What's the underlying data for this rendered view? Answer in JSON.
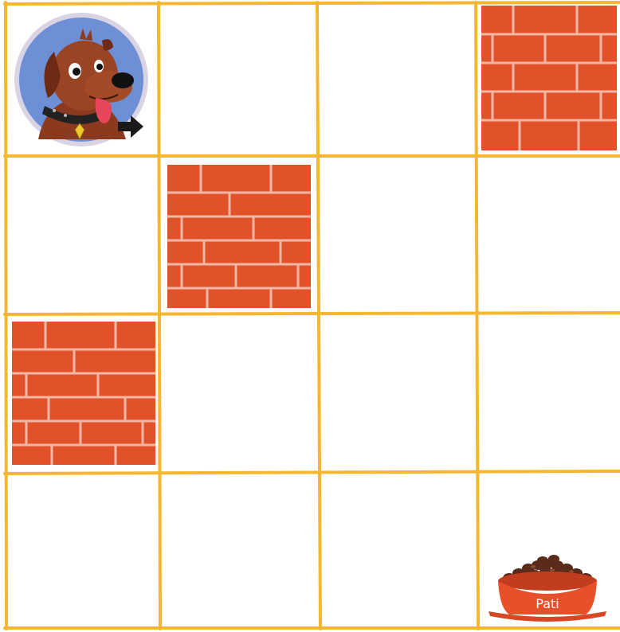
{
  "grid": {
    "rows": 4,
    "cols": 4,
    "line_color": "#F5B731",
    "background": "#ffffff"
  },
  "colors": {
    "brick": "#E2522A",
    "mortar": "#F3B6A2",
    "dog_badge_bg": "#6C8FD6",
    "dog_fur": "#8C3A1F",
    "bowl": "#E8502C",
    "arrow": "#1A1A1A"
  },
  "cells": [
    {
      "row": 0,
      "col": 0,
      "content": "dog",
      "facing": "right"
    },
    {
      "row": 0,
      "col": 3,
      "content": "wall"
    },
    {
      "row": 1,
      "col": 1,
      "content": "wall"
    },
    {
      "row": 2,
      "col": 0,
      "content": "wall"
    },
    {
      "row": 3,
      "col": 3,
      "content": "food-bowl"
    }
  ],
  "bowl": {
    "label": "Pati"
  },
  "icons": {
    "dog": "dog-icon",
    "wall": "brick-wall-icon",
    "bowl": "food-bowl-icon",
    "arrow": "arrow-right-icon"
  }
}
